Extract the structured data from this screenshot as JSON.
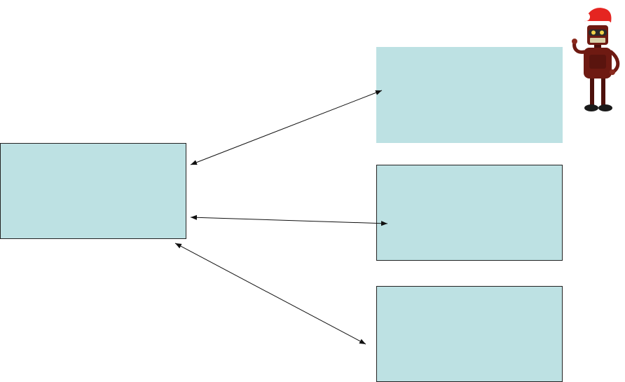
{
  "colors": {
    "box_fill": "#bde1e3",
    "box_stroke": "#222222",
    "arrow": "#111111",
    "robot_body": "#6e1a12",
    "robot_hat": "#e52521",
    "robot_trim": "#ffffff",
    "robot_visor": "#f0d24a"
  },
  "boxes": [
    {
      "id": "box-left",
      "stroke": true
    },
    {
      "id": "box-top",
      "stroke": false
    },
    {
      "id": "box-middle",
      "stroke": true
    },
    {
      "id": "box-bottom",
      "stroke": true
    }
  ],
  "arrows": [
    {
      "from": "box-left",
      "to": "box-top",
      "bidirectional": true
    },
    {
      "from": "box-left",
      "to": "box-middle",
      "bidirectional": true
    },
    {
      "from": "box-left",
      "to": "box-bottom",
      "bidirectional": true
    }
  ],
  "decoration": {
    "icon": "robot-santa-hat-icon"
  }
}
